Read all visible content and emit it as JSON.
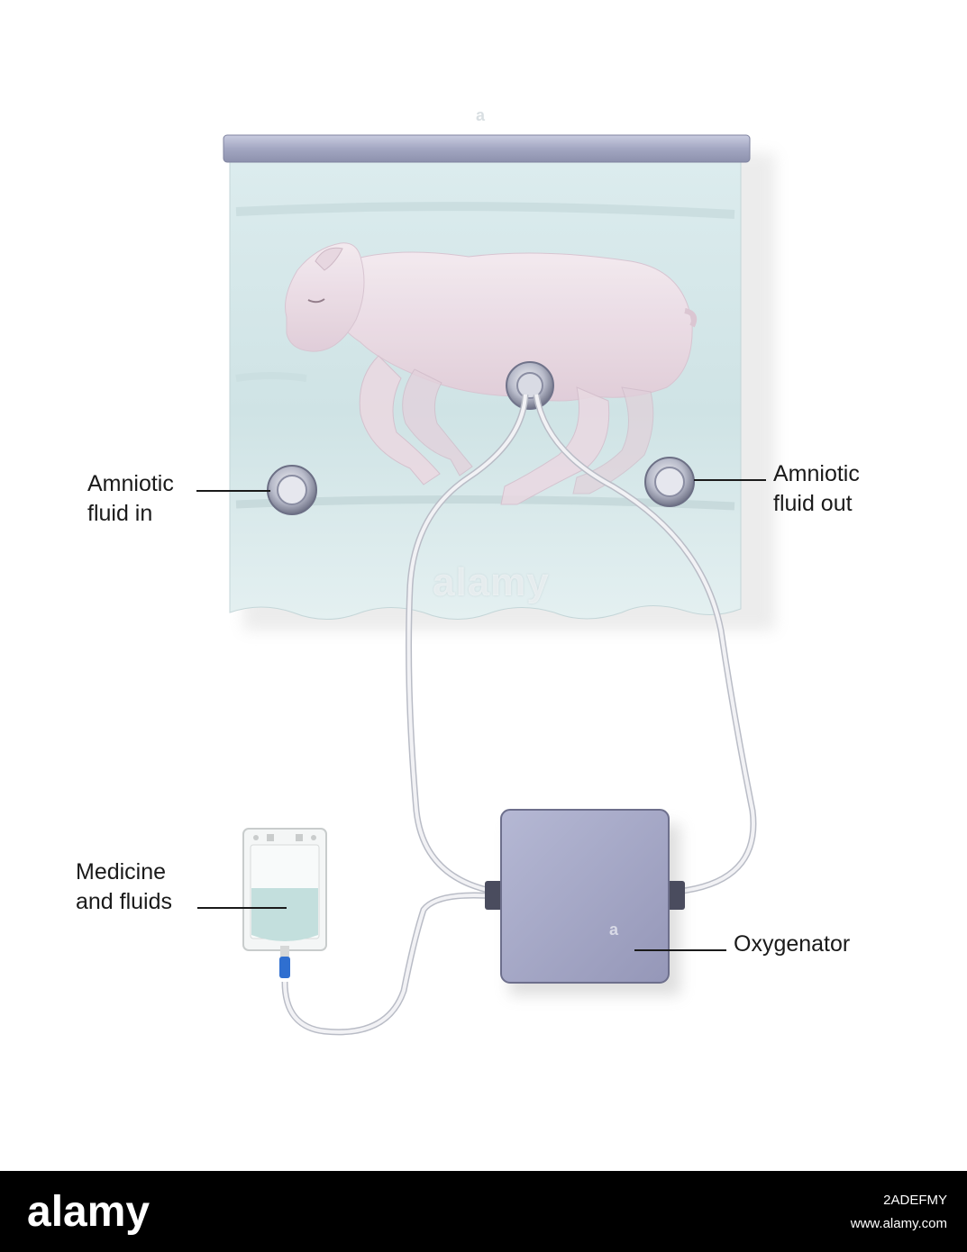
{
  "labels": {
    "amniotic_in": [
      "Amniotic",
      "fluid in"
    ],
    "amniotic_out": [
      "Amniotic",
      "fluid out"
    ],
    "medicine": [
      "Medicine",
      "and fluids"
    ],
    "oxygenator": "Oxygenator"
  },
  "watermark": {
    "main": "alamy",
    "small": "a"
  },
  "footer": {
    "logo": "alamy",
    "image_id": "2ADEFMY",
    "url": "www.alamy.com"
  },
  "colors": {
    "tank_fluid": "#d7e9ea",
    "tank_lid": "#a7abc4",
    "lamb": "#efdde6",
    "tube": "#e8e8ec",
    "oxygenator": "#a6a9c8",
    "bag_fluid": "#c3dfdd",
    "valve_blue": "#2f6fd0"
  }
}
